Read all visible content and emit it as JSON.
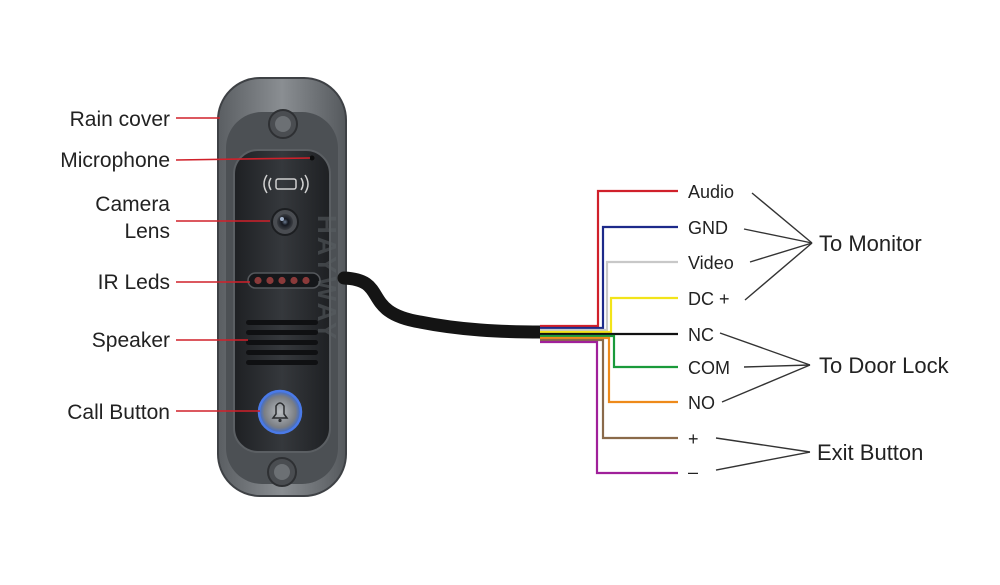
{
  "device_labels": {
    "rain_cover": "Rain cover",
    "microphone": "Microphone",
    "camera_line1": "Camera",
    "camera_line2": "Lens",
    "ir_leds": "IR Leds",
    "speaker": "Speaker",
    "call_button": "Call Button"
  },
  "watermark": "HAYWAY",
  "wires": [
    {
      "label": "Audio",
      "color": "#d0202a"
    },
    {
      "label": "GND",
      "color": "#1d2a8a"
    },
    {
      "label": "Video",
      "color": "#c8c8c8"
    },
    {
      "label": "DC +",
      "color": "#f2e41a"
    },
    {
      "label": "NC",
      "color": "#111111"
    },
    {
      "label": "COM",
      "color": "#1a9a3a"
    },
    {
      "label": "NO",
      "color": "#ee8a1a"
    },
    {
      "label": "+",
      "color": "#8a6a4a"
    },
    {
      "label": "–",
      "color": "#a0209a"
    }
  ],
  "groups": {
    "monitor": "To Monitor",
    "door_lock": "To Door Lock",
    "exit_button": "Exit Button"
  },
  "colors": {
    "callout_line": "#d0202a",
    "housing": "#6f7377",
    "panel": "#2b2d30",
    "cable": "#141414"
  }
}
